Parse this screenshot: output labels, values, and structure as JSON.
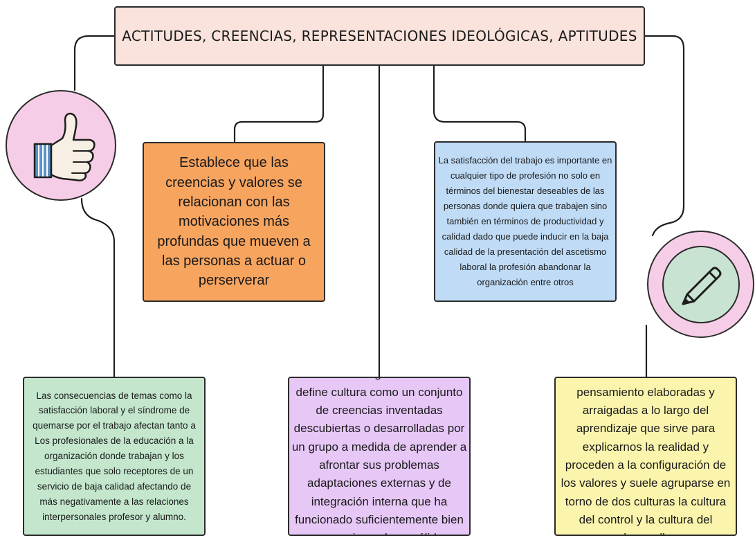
{
  "title": "ACTITUDES, CREENCIAS, REPRESENTACIONES IDEOLÓGICAS, APTITUDES",
  "boxes": {
    "orange": "Establece que las creencias y valores se relacionan con las motivaciones más profundas que mueven a las personas a actuar o perserverar",
    "blue": "La satisfacción del trabajo es importante en cualquier tipo de profesión no solo en términos del bienestar deseables de las personas donde quiera que trabajen sino también en términos de productividad y calidad dado que puede inducir en la baja calidad de la presentación del ascetismo laboral la profesión abandonar la organización entre otros",
    "green": "Las consecuencias de temas como la satisfacción laboral y el síndrome de quemarse por el trabajo afectan tanto a Los profesionales de la educación a la organización donde trabajan y los estudiantes que solo receptores de un servicio de baja calidad afectando de más negativamente a las relaciones interpersonales profesor y alumno.",
    "purple": "El contexto organizacional se define cultura como un conjunto de creencias inventadas descubiertas o desarrolladas por un grupo a medida de aprender a afrontar sus problemas adaptaciones externas y de integración interna que ha funcionado suficientemente bien para ser juzgadas y válidas.",
    "yellow": "Las creencias son estructuras de pensamiento elaboradas y arraigadas a lo largo del aprendizaje que sirve para explicarnos la realidad y proceden a la configuración de los valores y suele agruparse en torno de dos culturas la cultura del control y la cultura del desarrollo"
  },
  "icons": {
    "thumb": "thumbs-up-icon",
    "pencil": "pencil-icon"
  },
  "colors": {
    "title_bg": "#fae3dc",
    "orange": "#f7a45f",
    "blue": "#bfdbf6",
    "green": "#c3e6cc",
    "purple": "#e6c7f6",
    "yellow": "#fbf4ad",
    "circle": "#f6cde6"
  }
}
